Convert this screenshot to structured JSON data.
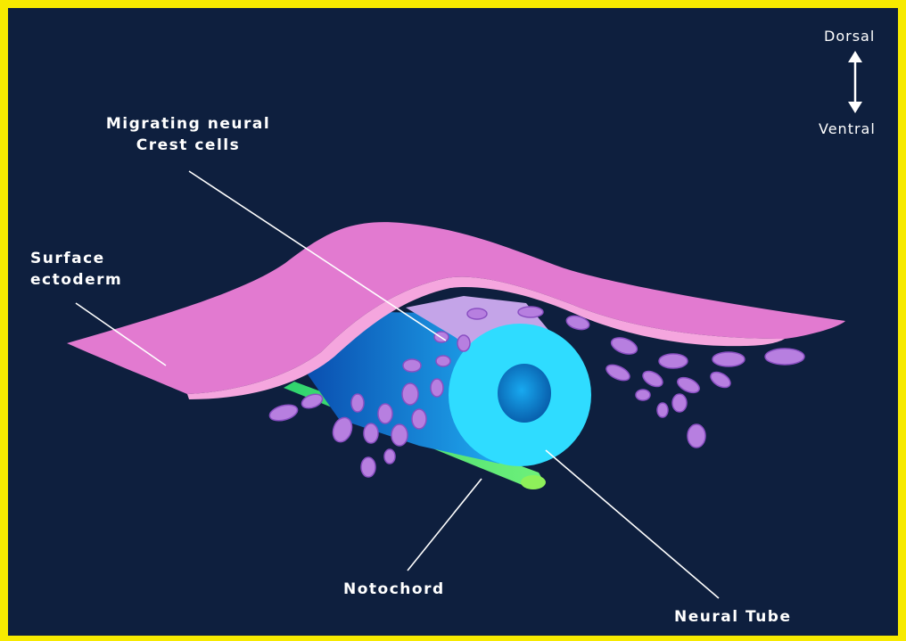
{
  "labels": {
    "migrating_line1": "Migrating neural",
    "migrating_line2": "Crest cells",
    "surface_line1": "Surface",
    "surface_line2": "ectoderm",
    "notochord": "Notochord",
    "neural_tube": "Neural Tube"
  },
  "orientation": {
    "top": "Dorsal",
    "bottom": "Ventral"
  },
  "colors": {
    "frame_border": "#f7ea00",
    "background": "#0e1f3e",
    "ectoderm": "#e27ad0",
    "ectoderm_edge": "#f5a6de",
    "neural_tube_outer": "#2fdcff",
    "neural_tube_lumen": "#0a8fd6",
    "notochord": "#4fe07a",
    "crest_cells": "#b77fe0",
    "label_text": "#ffffff"
  }
}
